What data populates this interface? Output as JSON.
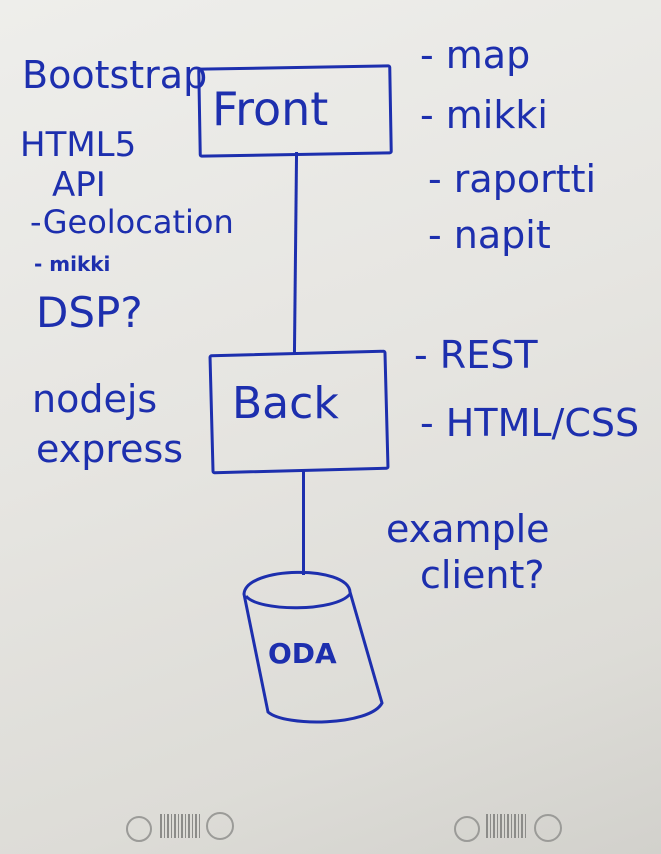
{
  "boxes": {
    "front": "Front",
    "back": "Back",
    "db": "ODA"
  },
  "front_notes": [
    "- map",
    "- mikki",
    "- raportti",
    "- napit"
  ],
  "back_notes": [
    "- REST",
    "- HTML/CSS"
  ],
  "left_front": {
    "bootstrap": "Bootstrap",
    "html5": "HTML5",
    "api": "API",
    "geolocation": "-Geolocation",
    "mikki": "- mikki",
    "dsp": "DSP?"
  },
  "left_back": {
    "nodejs": "nodejs",
    "express": "express"
  },
  "db_note": {
    "line1": "example",
    "line2": "client?"
  },
  "colors": {
    "ink": "#1d2fae",
    "paper": "#e8e7e3"
  },
  "icons": [
    "recycling-eco-label-icon",
    "barcode-icon",
    "certification-seal-icon"
  ]
}
